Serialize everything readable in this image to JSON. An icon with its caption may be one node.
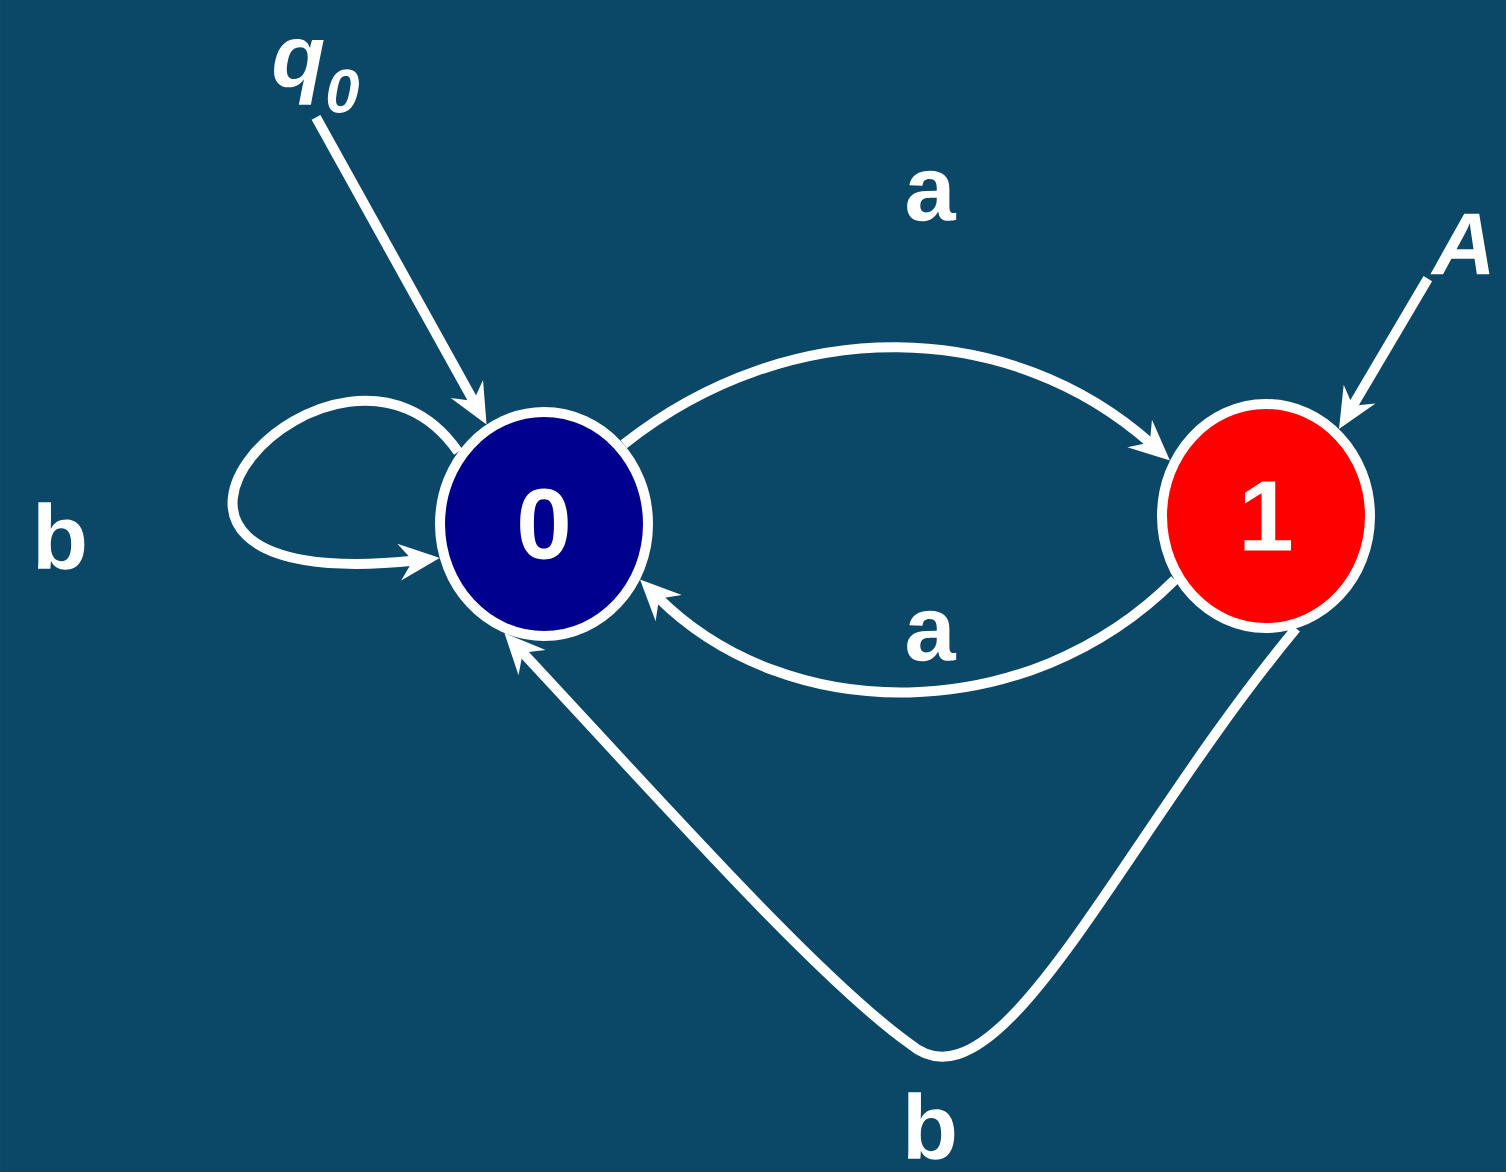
{
  "diagram": {
    "nodes": [
      {
        "text": [
          "q$_{0}$"
        ]
      },
      {
        "text": [
          "0"
        ]
      },
      {
        "text": [
          "1"
        ]
      },
      {
        "text": [
          "A"
        ]
      }
    ],
    "edges": [
      {
        "from": 0,
        "to": 1,
        "arrow": "to"
      },
      {
        "from": 3,
        "to": 2,
        "arrow": "to"
      },
      {
        "from": 1,
        "to": 1,
        "arrow": "to",
        "label": "b"
      },
      {
        "from": 1,
        "to": 2,
        "arrow": "to",
        "label": "a"
      },
      {
        "from": 2,
        "to": 1,
        "arrow": "to",
        "label": "a"
      },
      {
        "from": 2,
        "to": 1,
        "arrow": "to",
        "label": "b"
      }
    ]
  }
}
